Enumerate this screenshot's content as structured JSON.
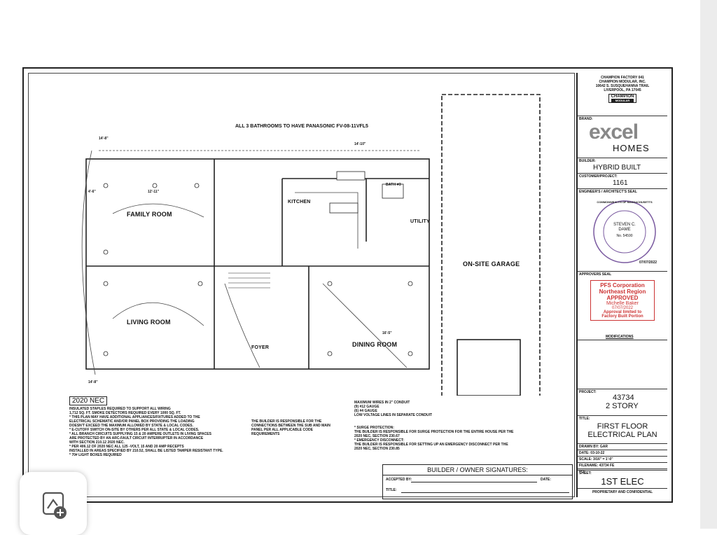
{
  "title_block": {
    "manufacturer_lines": [
      "Champion Factory 041",
      "Champion Modular, Inc.",
      "10642 S. Susquehanna Trail",
      "Liverpool, PA 17045"
    ],
    "champion_logo": "CHAMPION",
    "champion_logo_sub": "MODULAR",
    "brand_label": "BRAND:",
    "brand_name": "excel",
    "brand_sub": "HOMES",
    "builder_label": "BUILDER:",
    "builder_value": "HYBRID BUILT",
    "customer_label": "CUSTOMER/PROJECT:",
    "customer_value": "1161",
    "engineer_label": "ENGINEER'S / ARCHITECT'S SEAL",
    "seal_ring": "COMMONWEALTH OF MASSACHUSETTS",
    "seal_name": "STEVEN C. DAME",
    "seal_no": "No. 54590",
    "seal_date": "07/07/2022",
    "approvers_label": "APPROVERS SEAL",
    "approval": [
      "PFS Corporation",
      "Northeast Region",
      "APPROVED",
      "Michelle Baker",
      "07/07/2022",
      "Approval limited to",
      "Factory Built Portion"
    ],
    "modifications_label": "MODIFICATIONS",
    "project_label": "PROJECT:",
    "project_value": "43734",
    "project_story": "2 STORY",
    "title_label": "TITLE:",
    "title_value_1": "FIRST FLOOR",
    "title_value_2": "ELECTRICAL PLAN",
    "drawn_by": "DRAWN BY: GAR",
    "date": "DATE: 03-10-22",
    "scale": "SCALE: 3/16\" = 1'-0\"",
    "filename": "FILENAME: 43734 FE",
    "po": "PO:",
    "sheet_label": "SHEET:",
    "sheet_value": "1ST ELEC",
    "proprietary": "PROPRIETARY AND CONFIDENTIAL"
  },
  "plan": {
    "header_note": "ALL 3 BATHROOMS TO HAVE PANASONIC FV-08-11VFL5",
    "rooms": {
      "family": "FAMILY ROOM",
      "living": "LIVING ROOM",
      "kitchen": "KITCHEN",
      "utility": "UTILITY",
      "garage": "ON-SITE GARAGE",
      "dining": "DINING ROOM",
      "foyer": "FOYER",
      "bath": "BATH #3"
    },
    "dims": {
      "d1": "4'-6\"",
      "d2": "12'-11\"",
      "d3": "14'-8\"",
      "d4": "14'-8\"",
      "d5": "16'-5\"",
      "d6": "14'-10\""
    },
    "nec_label": "2020 NEC",
    "nec_notes": [
      "INSULATED STAPLES REQUIRED TO SUPPORT ALL WIRING",
      "1,712 SQ. FT. SMOKE DETECTORS REQUIRED EVERY 1000 SQ. FT.",
      "* THIS PLAN MAY HAVE ADDITIONAL APPLIANCES/FIXTURES ADDED TO THE",
      "ELECTRICAL SCHEMATIC AND/OR PANEL BOX PROVIDING THE LOADING",
      "DOESN'T EXCEED THE MAXIMUM ALLOWED BY STATE & LOCAL CODES.",
      "* E-CUTOFF SWITCH ON-SITE BY OTHERS PER ALL STATE & LOCAL CODES.",
      "* ALL BRANCH CIRCUITS SUPPLYING 15 & 20 AMPERE OUTLETS IN LIVING SPACES",
      "ARE PROTECTED BY AN ARC-FAULT CIRCUIT INTERRUPTER IN ACCORDANCE",
      "WITH SECTION 210.12 2020 NEC.",
      "* PER 406.12 OF 2020 NEC ALL 125 -VOLT, 15 AND 20 AMP RECEPTS",
      "INSTALLED IN AREAS SPECIFIED BY 210.52, SHALL BE LISTED TAMPER RESISTANT TYPE.",
      "* 70# LIGHT BOXES REQUIRED"
    ],
    "builder_note": "THE BUILDER IS RESPONSIBLE FOR THE CONNECTIONS BETWEEN THE SUB AND MAIN PANEL PER ALL APPLICABLE CODE REQUIREMENTS",
    "conduit_notes": [
      "MAXIMUM WIRES IN 2\" CONDUIT",
      "(9) #12 GAUGE",
      "(6) #4 GAUGE",
      "LOW VOLTAGE LINES IN SEPARATE CONDUIT"
    ],
    "surge_notes": [
      "* SURGE PROTECTION:",
      "THE BUILDER IS RESPONSIBLE FOR SURGE PROTECTION FOR THE ENTIRE HOUSE PER THE",
      "2020 NEC, SECTION 230.67",
      "* EMERGENCY DISCONNECT:",
      "THE BUILDER IS RESPONSIBLE FOR SETTING UP AN EMERGENCY DISCONNECT PER THE",
      "2020 NEC, SECTION 230.85"
    ],
    "signatures_label": "BUILDER / OWNER  SIGNATURES:",
    "accepted_by": "ACCEPTED BY:",
    "date_label": "DATE:",
    "title_field": "TITLE:"
  },
  "colors": {
    "line": "#222222",
    "stamp": "#cc3333",
    "seal": "#7a5aa0"
  },
  "icons": {
    "add_image": "image-plus-icon"
  }
}
